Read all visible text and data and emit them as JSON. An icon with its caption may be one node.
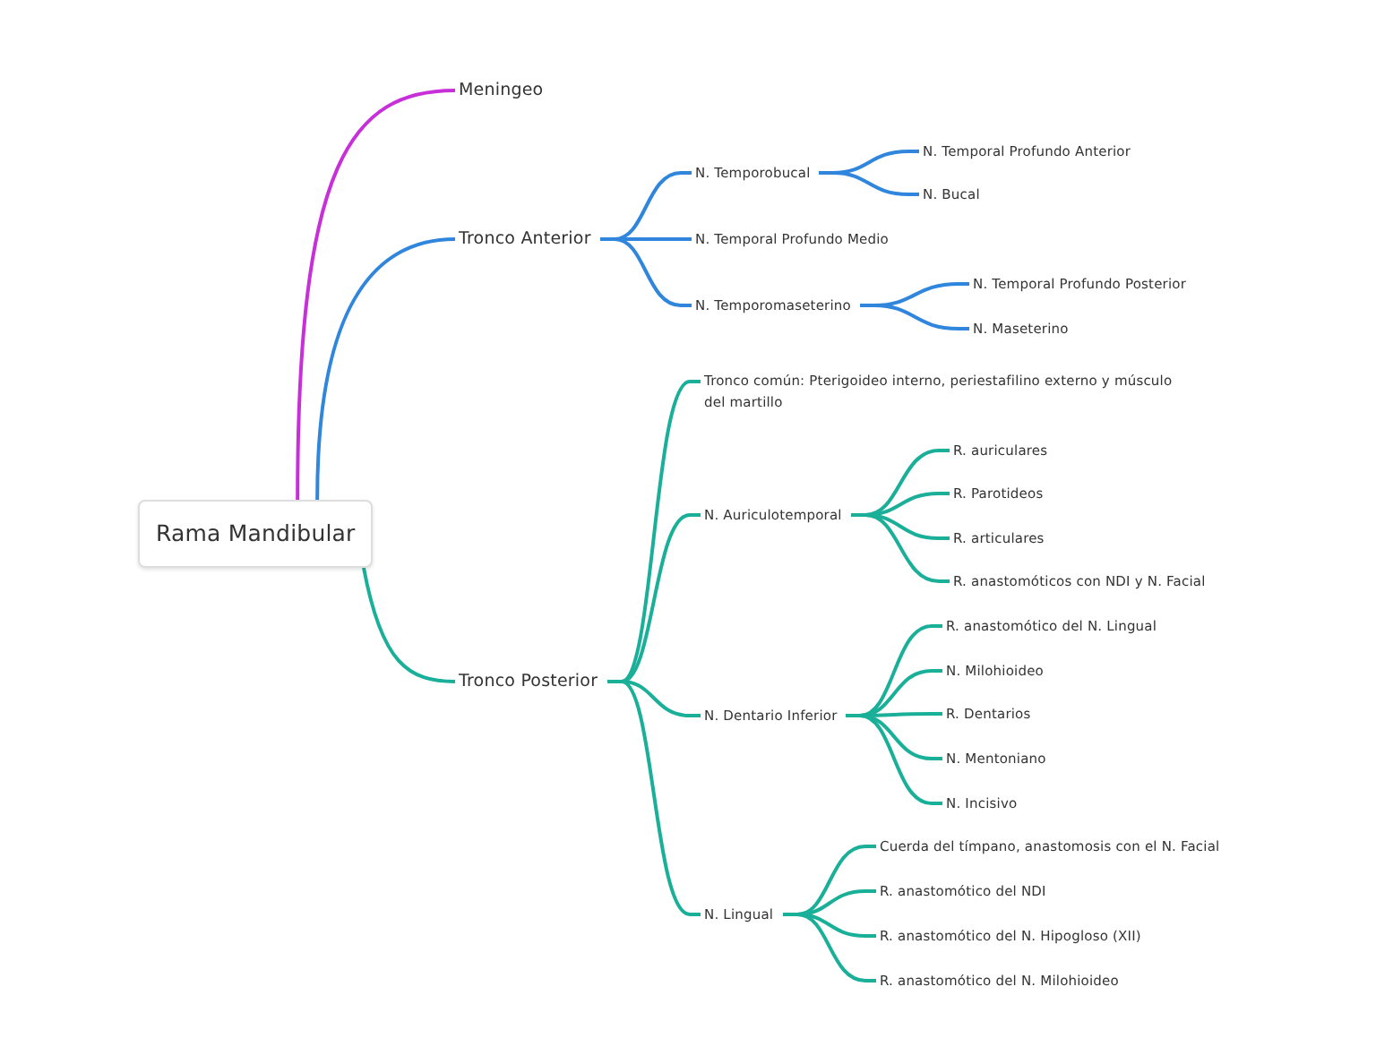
{
  "diagram": {
    "nodes": [
      {
        "text": [
          "Rama Mandibular"
        ]
      },
      {
        "text": [
          "Meningeo"
        ]
      },
      {
        "text": [
          "Tronco Anterior"
        ]
      },
      {
        "text": [
          "N. Temporobucal"
        ]
      },
      {
        "text": [
          "N. Temporal Profundo Anterior"
        ]
      },
      {
        "text": [
          "N. Bucal"
        ]
      },
      {
        "text": [
          "N. Temporal Profundo Medio"
        ]
      },
      {
        "text": [
          "N. Temporomaseterino"
        ]
      },
      {
        "text": [
          "N. Temporal Profundo Posterior"
        ]
      },
      {
        "text": [
          "N. Maseterino"
        ]
      },
      {
        "text": [
          "Tronco Posterior"
        ]
      },
      {
        "text": [
          "Tronco común: Pterigoideo interno, periestafilino externo y músculo del martillo"
        ]
      },
      {
        "text": [
          "N. Auriculotemporal"
        ]
      },
      {
        "text": [
          "R. auriculares"
        ]
      },
      {
        "text": [
          "R. Parotideos"
        ]
      },
      {
        "text": [
          "R. articulares"
        ]
      },
      {
        "text": [
          "R. anastomóticos con NDI y N. Facial"
        ]
      },
      {
        "text": [
          "N. Dentario Inferior"
        ]
      },
      {
        "text": [
          "R. anastomótico del N. Lingual"
        ]
      },
      {
        "text": [
          "N. Milohioideo"
        ]
      },
      {
        "text": [
          "R. Dentarios"
        ]
      },
      {
        "text": [
          "N. Mentoniano"
        ]
      },
      {
        "text": [
          "N. Incisivo"
        ]
      },
      {
        "text": [
          "N. Lingual"
        ]
      },
      {
        "text": [
          "Cuerda del tímpano, anastomosis con el N. Facial"
        ]
      },
      {
        "text": [
          "R. anastomótico del NDI"
        ]
      },
      {
        "text": [
          "R. anastomótico del N. Hipogloso (XII)"
        ]
      },
      {
        "text": [
          "R. anastomótico del N. Milohioideo"
        ]
      }
    ],
    "edges": [
      {
        "from": 0,
        "to": 1,
        "arrow": "none",
        "color": "#c72fd8"
      },
      {
        "from": 0,
        "to": 2,
        "arrow": "none",
        "color": "#2f86dc"
      },
      {
        "from": 2,
        "to": 3,
        "arrow": "none",
        "color": "#2f86dc"
      },
      {
        "from": 3,
        "to": 4,
        "arrow": "none",
        "color": "#2f86dc"
      },
      {
        "from": 3,
        "to": 5,
        "arrow": "none",
        "color": "#2f86dc"
      },
      {
        "from": 2,
        "to": 6,
        "arrow": "none",
        "color": "#2f86dc"
      },
      {
        "from": 2,
        "to": 7,
        "arrow": "none",
        "color": "#2f86dc"
      },
      {
        "from": 7,
        "to": 8,
        "arrow": "none",
        "color": "#2f86dc"
      },
      {
        "from": 7,
        "to": 9,
        "arrow": "none",
        "color": "#2f86dc"
      },
      {
        "from": 0,
        "to": 10,
        "arrow": "none"
      },
      {
        "from": 10,
        "to": 11,
        "arrow": "none"
      },
      {
        "from": 10,
        "to": 12,
        "arrow": "none"
      },
      {
        "from": 12,
        "to": 13,
        "arrow": "none"
      },
      {
        "from": 12,
        "to": 14,
        "arrow": "none"
      },
      {
        "from": 12,
        "to": 15,
        "arrow": "none"
      },
      {
        "from": 12,
        "to": 16,
        "arrow": "none"
      },
      {
        "from": 10,
        "to": 17,
        "arrow": "none"
      },
      {
        "from": 17,
        "to": 18,
        "arrow": "none"
      },
      {
        "from": 17,
        "to": 19,
        "arrow": "none"
      },
      {
        "from": 17,
        "to": 20,
        "arrow": "none"
      },
      {
        "from": 17,
        "to": 21,
        "arrow": "none"
      },
      {
        "from": 17,
        "to": 22,
        "arrow": "none"
      },
      {
        "from": 10,
        "to": 23,
        "arrow": "none"
      },
      {
        "from": 23,
        "to": 24,
        "arrow": "none"
      },
      {
        "from": 23,
        "to": 25,
        "arrow": "none"
      },
      {
        "from": 23,
        "to": 26,
        "arrow": "none"
      },
      {
        "from": 23,
        "to": 27,
        "arrow": "none"
      }
    ]
  }
}
